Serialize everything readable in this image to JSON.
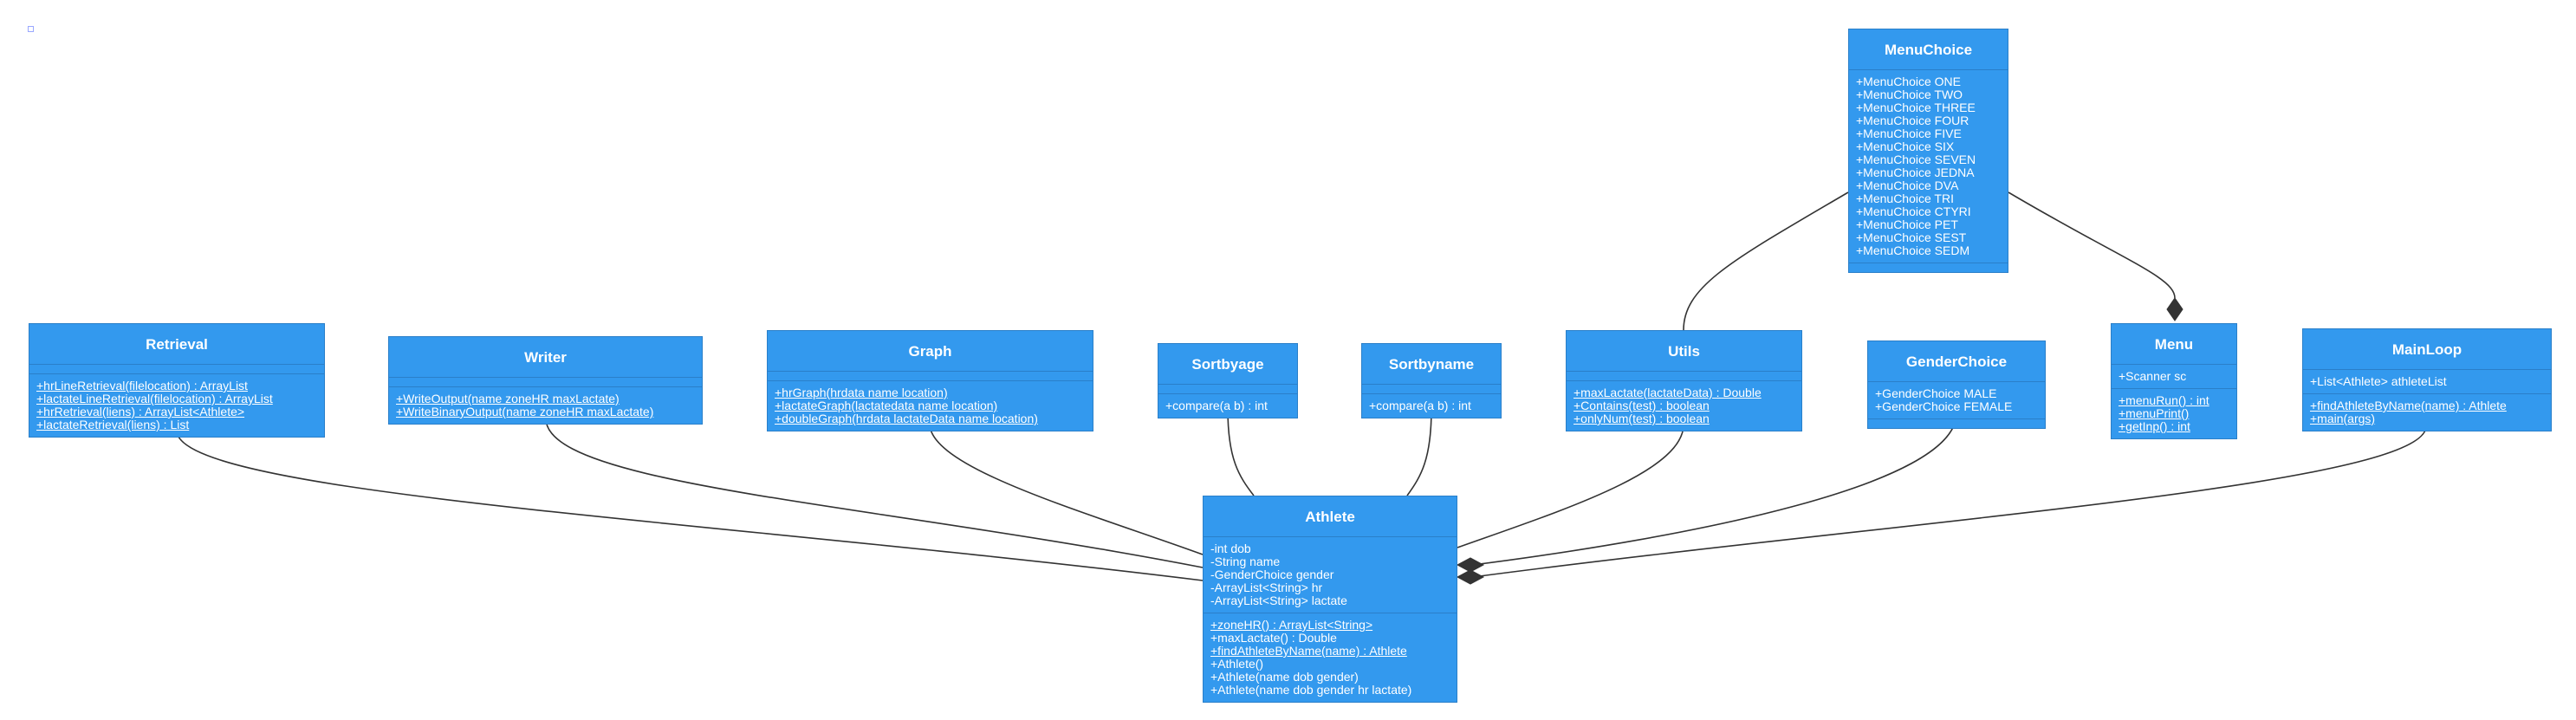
{
  "classes": {
    "menuchoice": {
      "name": "MenuChoice",
      "attributes": [
        "+MenuChoice ONE",
        "+MenuChoice TWO",
        "+MenuChoice THREE",
        "+MenuChoice FOUR",
        "+MenuChoice FIVE",
        "+MenuChoice SIX",
        "+MenuChoice SEVEN",
        "+MenuChoice JEDNA",
        "+MenuChoice DVA",
        "+MenuChoice TRI",
        "+MenuChoice CTYRI",
        "+MenuChoice PET",
        "+MenuChoice SEST",
        "+MenuChoice SEDM"
      ],
      "methods": []
    },
    "retrieval": {
      "name": "Retrieval",
      "attributes": [],
      "methods": [
        "+hrLineRetrieval(filelocation) : ArrayList",
        "+lactateLineRetrieval(filelocation) : ArrayList",
        "+hrRetrieval(liens) : ArrayList<Athlete>",
        "+lactateRetrieval(liens) : List"
      ]
    },
    "writer": {
      "name": "Writer",
      "attributes": [],
      "methods": [
        "+WriteOutput(name zoneHR maxLactate)",
        "+WriteBinaryOutput(name zoneHR maxLactate)"
      ]
    },
    "graph": {
      "name": "Graph",
      "attributes": [],
      "methods": [
        "+hrGraph(hrdata name location)",
        "+lactateGraph(lactatedata name location)",
        "+doubleGraph(hrdata lactateData name location)"
      ]
    },
    "sortbyage": {
      "name": "Sortbyage",
      "attributes": [],
      "methods": [
        "+compare(a b) : int"
      ]
    },
    "sortbyname": {
      "name": "Sortbyname",
      "attributes": [],
      "methods": [
        "+compare(a b) : int"
      ]
    },
    "utils": {
      "name": "Utils",
      "attributes": [],
      "methods": [
        "+maxLactate(lactateData) : Double",
        "+Contains(test) : boolean",
        "+onlyNum(test) : boolean"
      ]
    },
    "genderchoice": {
      "name": "GenderChoice",
      "attributes": [
        "+GenderChoice MALE",
        "+GenderChoice FEMALE"
      ],
      "methods": []
    },
    "menu": {
      "name": "Menu",
      "attributes": [
        "+Scanner sc"
      ],
      "methods": [
        "+menuRun() : int",
        "+menuPrint()",
        "+getInp() : int"
      ]
    },
    "mainloop": {
      "name": "MainLoop",
      "attributes": [
        "+List<Athlete> athleteList"
      ],
      "methods": [
        "+findAthleteByName(name) : Athlete",
        "+main(args)"
      ]
    },
    "athlete": {
      "name": "Athlete",
      "attributes": [
        "-int dob",
        "-String name",
        "-GenderChoice gender",
        "-ArrayList<String> hr",
        "-ArrayList<String> lactate"
      ],
      "methods": [
        "+zoneHR() : ArrayList<String>",
        "+maxLactate() : Double",
        "+findAthleteByName(name) : Athlete",
        "+Athlete()",
        "+Athlete(name dob gender)",
        "+Athlete(name dob gender hr lactate)"
      ]
    }
  },
  "relationships": [
    {
      "from": "Retrieval",
      "to": "Athlete",
      "type": "association"
    },
    {
      "from": "Writer",
      "to": "Athlete",
      "type": "association"
    },
    {
      "from": "Graph",
      "to": "Athlete",
      "type": "association"
    },
    {
      "from": "Sortbyage",
      "to": "Athlete",
      "type": "association"
    },
    {
      "from": "Sortbyname",
      "to": "Athlete",
      "type": "association"
    },
    {
      "from": "Utils",
      "to": "Athlete",
      "type": "association"
    },
    {
      "from": "GenderChoice",
      "to": "Athlete",
      "type": "composition"
    },
    {
      "from": "MainLoop",
      "to": "Athlete",
      "type": "composition"
    },
    {
      "from": "MenuChoice",
      "to": "Utils",
      "type": "association"
    },
    {
      "from": "MenuChoice",
      "to": "Menu",
      "type": "composition"
    }
  ],
  "colors": {
    "class_fill": "#3399ee",
    "class_border": "#2a7fc9",
    "text": "#ffffff",
    "connector": "#333333"
  }
}
